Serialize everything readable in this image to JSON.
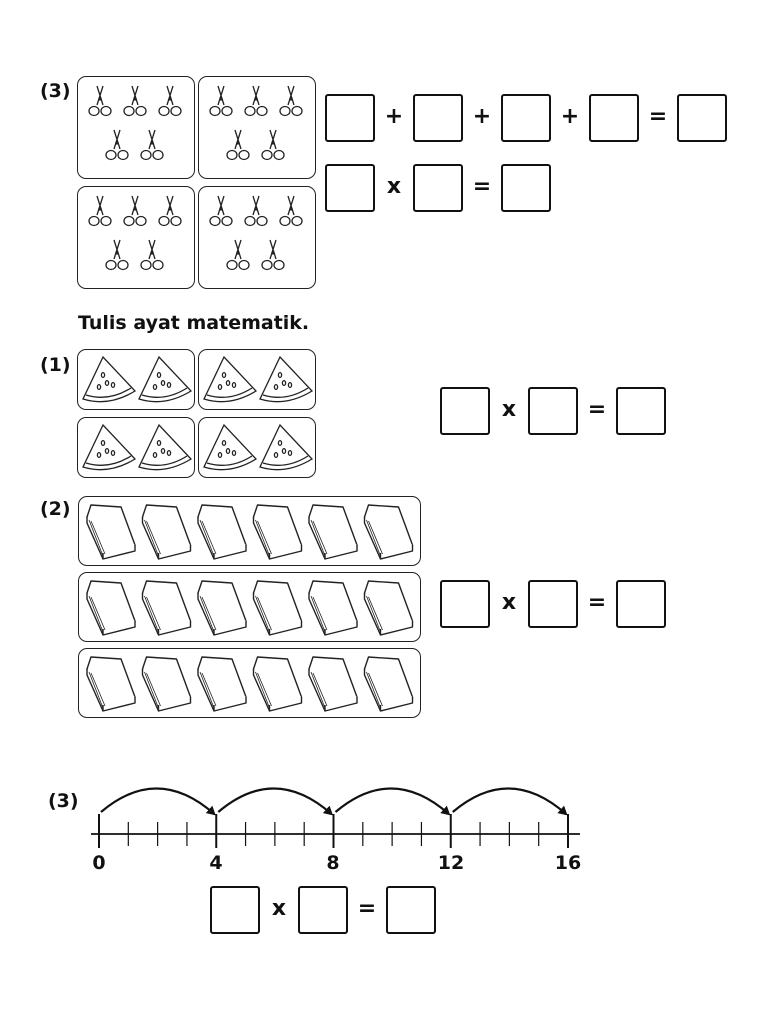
{
  "section_a": {
    "question_label": "(3)",
    "object_icon": "scissors-icon",
    "groups_count": 4,
    "items_per_group": 5,
    "repeated_addition": {
      "plus": "+",
      "equals": "="
    },
    "multiplication": {
      "times": "x",
      "equals": "="
    }
  },
  "section_b": {
    "heading": "Tulis ayat matematik.",
    "q1": {
      "label": "(1)",
      "object_icon": "watermelon-slice-icon",
      "groups_count": 4,
      "items_per_group": 2,
      "times": "x",
      "equals": "="
    },
    "q2": {
      "label": "(2)",
      "object_icon": "book-icon",
      "groups_count": 3,
      "items_per_group": 6,
      "times": "x",
      "equals": "="
    },
    "q3": {
      "label": "(3)",
      "number_line": {
        "labels": [
          "0",
          "4",
          "8",
          "12",
          "16"
        ],
        "start": 0,
        "end": 16,
        "jump_size": 4,
        "jumps": 4
      },
      "times": "x",
      "equals": "="
    }
  }
}
